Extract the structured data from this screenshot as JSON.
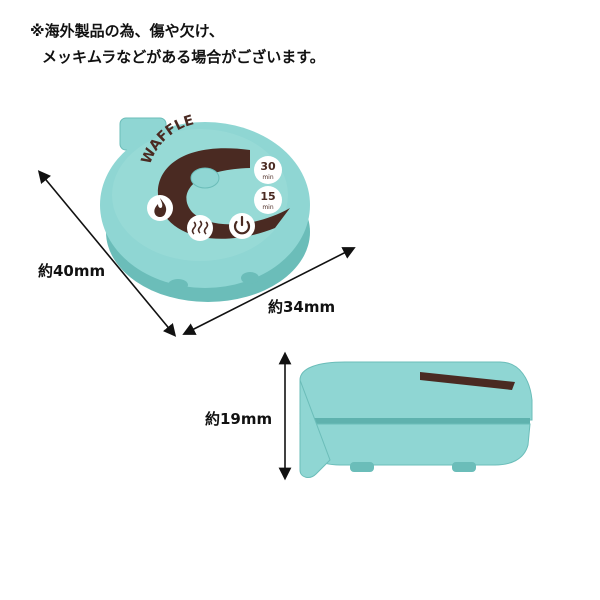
{
  "notice": {
    "line1": "※海外製品の為、傷や欠け、",
    "line2": "メッキムラなどがある場合がございます。"
  },
  "product": {
    "brand_text": "WAFFLE",
    "timer_30": "30",
    "timer_15": "15",
    "timer_unit": "min",
    "icons": [
      "flame-icon",
      "steam-icon",
      "power-icon"
    ]
  },
  "dimensions": {
    "width": "約40mm",
    "depth": "約34mm",
    "height": "約19mm"
  },
  "colors": {
    "body": "#8fd6d3",
    "body_shade": "#6bbdb9",
    "dial": "#4a2a22",
    "icon_bg": "#ffffff"
  }
}
